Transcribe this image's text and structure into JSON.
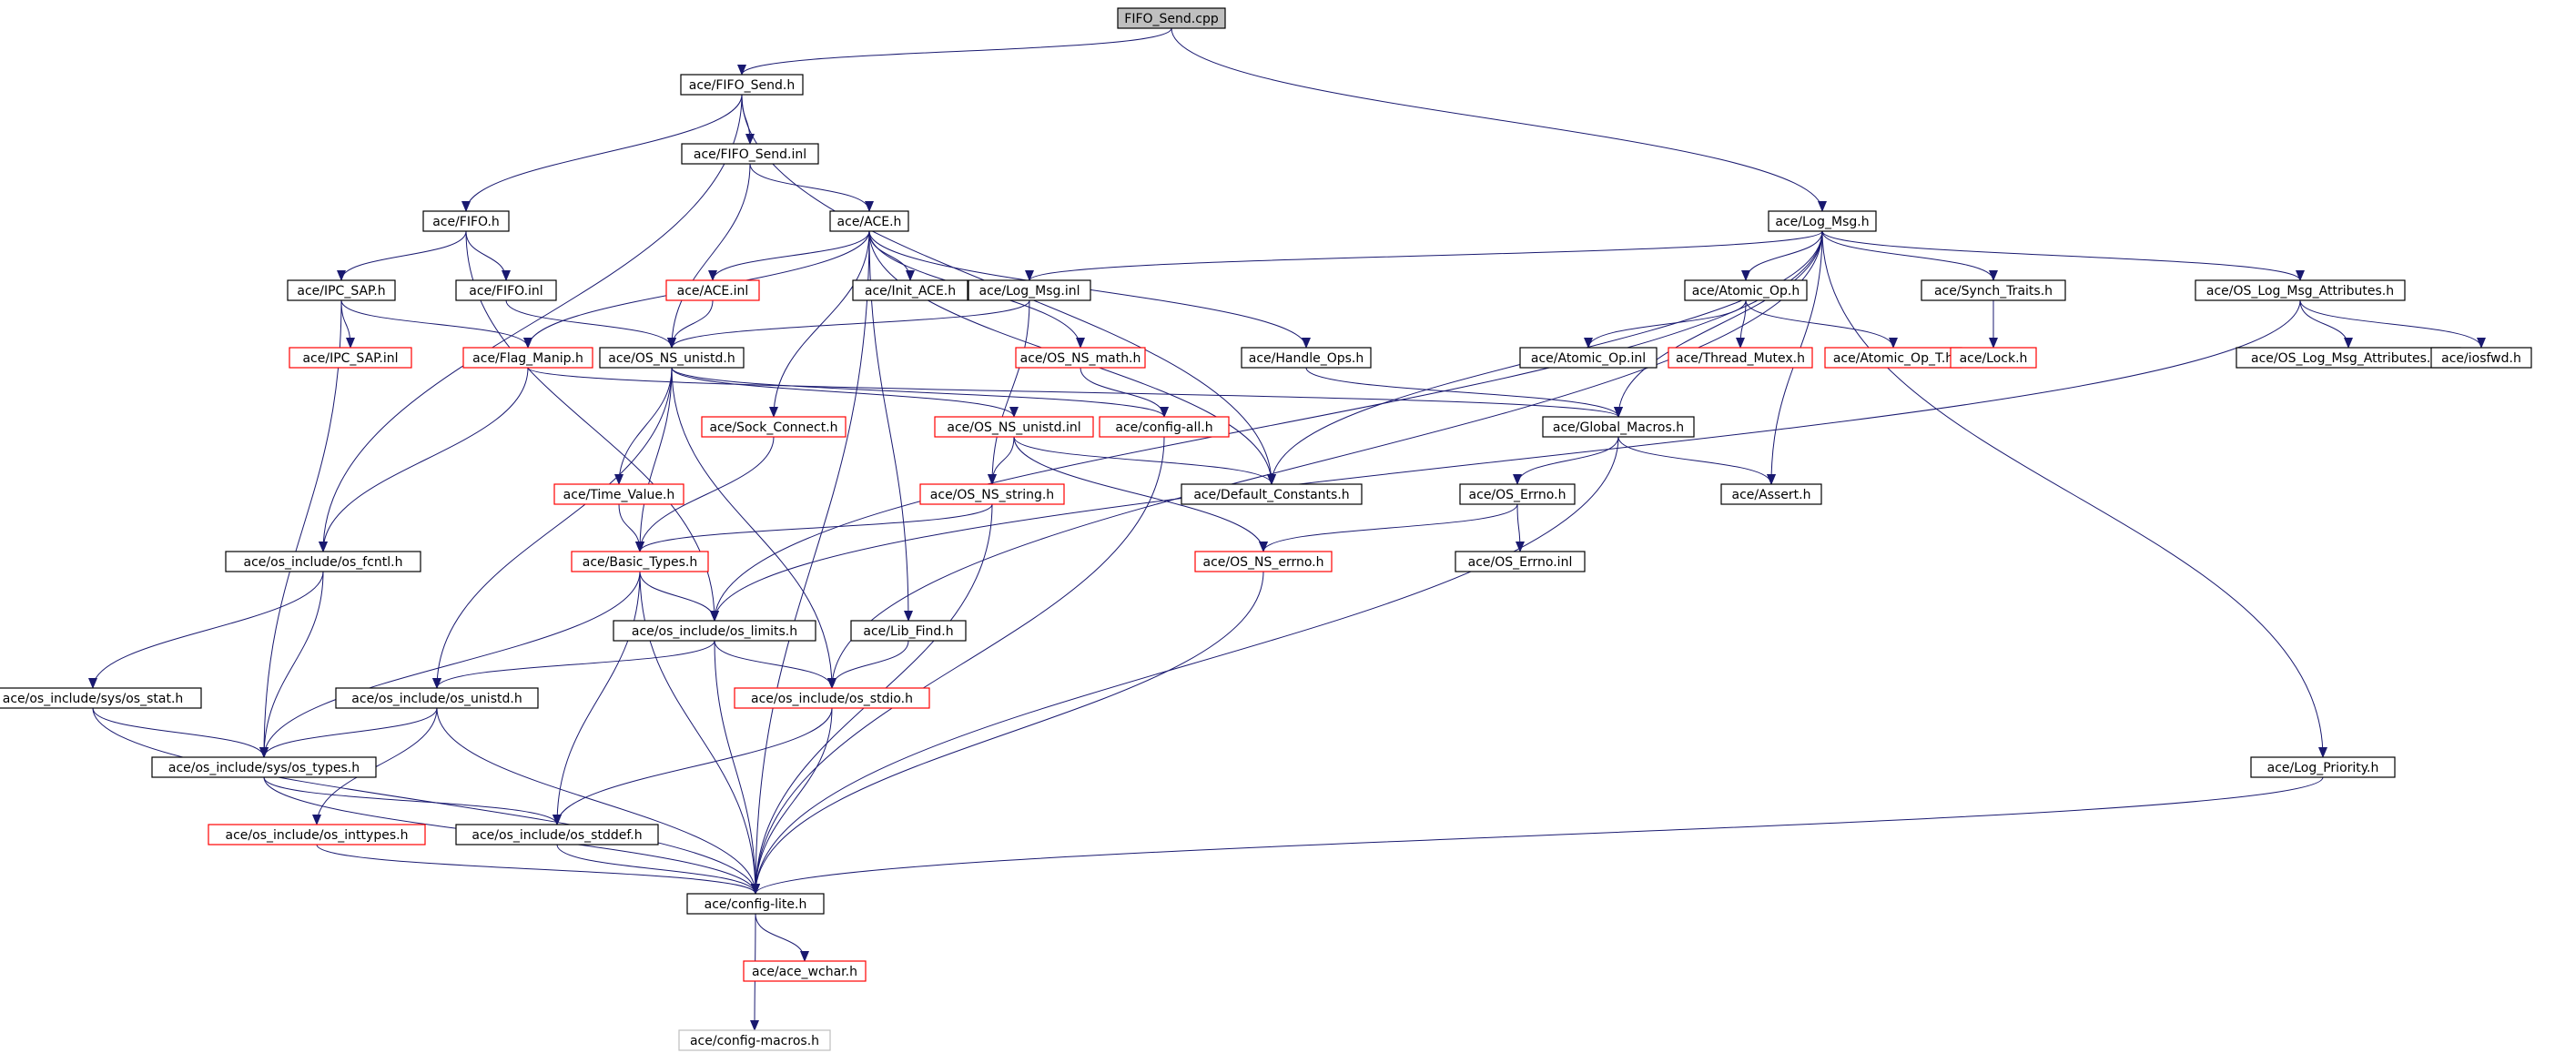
{
  "colors": {
    "edge": "#191970",
    "border_normal": "#000000",
    "border_missing": "#ff0000",
    "border_leaf": "#bfbfbf",
    "root_fill": "#bfbfbf",
    "node_fill": "#ffffff",
    "text": "#000000"
  },
  "nodes": [
    {
      "id": "fifo_send_cpp",
      "label": "FIFO_Send.cpp",
      "style": "root"
    },
    {
      "id": "fifo_send_h",
      "label": "ace/FIFO_Send.h",
      "style": "normal"
    },
    {
      "id": "fifo_send_inl",
      "label": "ace/FIFO_Send.inl",
      "style": "normal"
    },
    {
      "id": "fifo_h",
      "label": "ace/FIFO.h",
      "style": "normal"
    },
    {
      "id": "ace_h",
      "label": "ace/ACE.h",
      "style": "normal"
    },
    {
      "id": "log_msg_h",
      "label": "ace/Log_Msg.h",
      "style": "normal"
    },
    {
      "id": "ipc_sap_h",
      "label": "ace/IPC_SAP.h",
      "style": "normal"
    },
    {
      "id": "fifo_inl",
      "label": "ace/FIFO.inl",
      "style": "normal"
    },
    {
      "id": "ace_inl",
      "label": "ace/ACE.inl",
      "style": "missing"
    },
    {
      "id": "init_ace_h",
      "label": "ace/Init_ACE.h",
      "style": "normal"
    },
    {
      "id": "log_msg_inl",
      "label": "ace/Log_Msg.inl",
      "style": "normal"
    },
    {
      "id": "atomic_op_h",
      "label": "ace/Atomic_Op.h",
      "style": "normal"
    },
    {
      "id": "synch_traits_h",
      "label": "ace/Synch_Traits.h",
      "style": "normal"
    },
    {
      "id": "os_log_msg_attr_h",
      "label": "ace/OS_Log_Msg_Attributes.h",
      "style": "normal"
    },
    {
      "id": "ipc_sap_inl",
      "label": "ace/IPC_SAP.inl",
      "style": "missing"
    },
    {
      "id": "flag_manip_h",
      "label": "ace/Flag_Manip.h",
      "style": "missing"
    },
    {
      "id": "os_ns_unistd_h",
      "label": "ace/OS_NS_unistd.h",
      "style": "normal"
    },
    {
      "id": "os_ns_math_h",
      "label": "ace/OS_NS_math.h",
      "style": "missing"
    },
    {
      "id": "handle_ops_h",
      "label": "ace/Handle_Ops.h",
      "style": "normal"
    },
    {
      "id": "atomic_op_inl",
      "label": "ace/Atomic_Op.inl",
      "style": "normal"
    },
    {
      "id": "thread_mutex_h",
      "label": "ace/Thread_Mutex.h",
      "style": "missing"
    },
    {
      "id": "atomic_op_t_h",
      "label": "ace/Atomic_Op_T.h",
      "style": "missing"
    },
    {
      "id": "lock_h",
      "label": "ace/Lock.h",
      "style": "missing"
    },
    {
      "id": "os_log_msg_attr_inl",
      "label": "ace/OS_Log_Msg_Attributes.inl",
      "style": "normal"
    },
    {
      "id": "iosfwd_h",
      "label": "ace/iosfwd.h",
      "style": "normal"
    },
    {
      "id": "sock_connect_h",
      "label": "ace/Sock_Connect.h",
      "style": "missing"
    },
    {
      "id": "os_ns_unistd_inl",
      "label": "ace/OS_NS_unistd.inl",
      "style": "missing"
    },
    {
      "id": "config_all_h",
      "label": "ace/config-all.h",
      "style": "missing"
    },
    {
      "id": "global_macros_h",
      "label": "ace/Global_Macros.h",
      "style": "normal"
    },
    {
      "id": "time_value_h",
      "label": "ace/Time_Value.h",
      "style": "missing"
    },
    {
      "id": "os_ns_string_h",
      "label": "ace/OS_NS_string.h",
      "style": "missing"
    },
    {
      "id": "default_constants_h",
      "label": "ace/Default_Constants.h",
      "style": "normal"
    },
    {
      "id": "os_errno_h",
      "label": "ace/OS_Errno.h",
      "style": "normal"
    },
    {
      "id": "assert_h",
      "label": "ace/Assert.h",
      "style": "normal"
    },
    {
      "id": "os_fcntl_h",
      "label": "ace/os_include/os_fcntl.h",
      "style": "normal"
    },
    {
      "id": "basic_types_h",
      "label": "ace/Basic_Types.h",
      "style": "missing"
    },
    {
      "id": "os_ns_errno_h",
      "label": "ace/OS_NS_errno.h",
      "style": "missing"
    },
    {
      "id": "os_errno_inl",
      "label": "ace/OS_Errno.inl",
      "style": "normal"
    },
    {
      "id": "os_limits_h",
      "label": "ace/os_include/os_limits.h",
      "style": "normal"
    },
    {
      "id": "lib_find_h",
      "label": "ace/Lib_Find.h",
      "style": "normal"
    },
    {
      "id": "sys_os_stat_h",
      "label": "ace/os_include/sys/os_stat.h",
      "style": "normal"
    },
    {
      "id": "os_unistd_h",
      "label": "ace/os_include/os_unistd.h",
      "style": "normal"
    },
    {
      "id": "os_stdio_h",
      "label": "ace/os_include/os_stdio.h",
      "style": "missing"
    },
    {
      "id": "sys_os_types_h",
      "label": "ace/os_include/sys/os_types.h",
      "style": "normal"
    },
    {
      "id": "log_priority_h",
      "label": "ace/Log_Priority.h",
      "style": "normal"
    },
    {
      "id": "os_inttypes_h",
      "label": "ace/os_include/os_inttypes.h",
      "style": "missing"
    },
    {
      "id": "os_stddef_h",
      "label": "ace/os_include/os_stddef.h",
      "style": "normal"
    },
    {
      "id": "config_lite_h",
      "label": "ace/config-lite.h",
      "style": "normal"
    },
    {
      "id": "ace_wchar_h",
      "label": "ace/ace_wchar.h",
      "style": "missing"
    },
    {
      "id": "config_macros_h",
      "label": "ace/config-macros.h",
      "style": "leaf"
    }
  ],
  "edges": [
    [
      "fifo_send_cpp",
      "fifo_send_h"
    ],
    [
      "fifo_send_cpp",
      "log_msg_h"
    ],
    [
      "fifo_send_h",
      "fifo_h"
    ],
    [
      "fifo_send_h",
      "fifo_send_inl"
    ],
    [
      "fifo_send_h",
      "os_fcntl_h"
    ],
    [
      "fifo_send_h",
      "default_constants_h"
    ],
    [
      "fifo_send_inl",
      "ace_h"
    ],
    [
      "fifo_send_inl",
      "os_ns_unistd_h"
    ],
    [
      "fifo_h",
      "ipc_sap_h"
    ],
    [
      "fifo_h",
      "fifo_inl"
    ],
    [
      "fifo_h",
      "os_limits_h"
    ],
    [
      "ipc_sap_h",
      "ipc_sap_inl"
    ],
    [
      "ipc_sap_h",
      "flag_manip_h"
    ],
    [
      "ipc_sap_h",
      "sys_os_types_h"
    ],
    [
      "fifo_inl",
      "os_ns_unistd_h"
    ],
    [
      "ace_h",
      "ace_inl"
    ],
    [
      "ace_h",
      "init_ace_h"
    ],
    [
      "ace_h",
      "flag_manip_h"
    ],
    [
      "ace_h",
      "sock_connect_h"
    ],
    [
      "ace_h",
      "os_ns_math_h"
    ],
    [
      "ace_h",
      "handle_ops_h"
    ],
    [
      "ace_h",
      "lib_find_h"
    ],
    [
      "ace_h",
      "default_constants_h"
    ],
    [
      "ace_h",
      "config_lite_h"
    ],
    [
      "ace_inl",
      "os_ns_unistd_h"
    ],
    [
      "flag_manip_h",
      "global_macros_h"
    ],
    [
      "flag_manip_h",
      "os_fcntl_h"
    ],
    [
      "log_msg_h",
      "log_msg_inl"
    ],
    [
      "log_msg_h",
      "atomic_op_h"
    ],
    [
      "log_msg_h",
      "synch_traits_h"
    ],
    [
      "log_msg_h",
      "os_log_msg_attr_h"
    ],
    [
      "log_msg_h",
      "default_constants_h"
    ],
    [
      "log_msg_h",
      "global_macros_h"
    ],
    [
      "log_msg_h",
      "assert_h"
    ],
    [
      "log_msg_h",
      "os_limits_h"
    ],
    [
      "log_msg_h",
      "os_stdio_h"
    ],
    [
      "log_msg_h",
      "log_priority_h"
    ],
    [
      "log_msg_inl",
      "os_ns_unistd_h"
    ],
    [
      "log_msg_inl",
      "os_ns_string_h"
    ],
    [
      "atomic_op_h",
      "atomic_op_inl"
    ],
    [
      "atomic_op_h",
      "thread_mutex_h"
    ],
    [
      "atomic_op_h",
      "atomic_op_t_h"
    ],
    [
      "synch_traits_h",
      "lock_h"
    ],
    [
      "os_log_msg_attr_h",
      "os_log_msg_attr_inl"
    ],
    [
      "os_log_msg_attr_h",
      "iosfwd_h"
    ],
    [
      "os_log_msg_attr_h",
      "os_limits_h"
    ],
    [
      "os_ns_unistd_h",
      "os_ns_unistd_inl"
    ],
    [
      "os_ns_unistd_h",
      "config_all_h"
    ],
    [
      "os_ns_unistd_h",
      "time_value_h"
    ],
    [
      "os_ns_unistd_h",
      "basic_types_h"
    ],
    [
      "os_ns_unistd_h",
      "os_unistd_h"
    ],
    [
      "os_ns_unistd_h",
      "os_stdio_h"
    ],
    [
      "os_ns_math_h",
      "config_all_h"
    ],
    [
      "handle_ops_h",
      "global_macros_h"
    ],
    [
      "os_ns_unistd_inl",
      "os_ns_string_h"
    ],
    [
      "os_ns_unistd_inl",
      "default_constants_h"
    ],
    [
      "os_ns_unistd_inl",
      "os_ns_errno_h"
    ],
    [
      "config_all_h",
      "config_lite_h"
    ],
    [
      "sock_connect_h",
      "basic_types_h"
    ],
    [
      "time_value_h",
      "basic_types_h"
    ],
    [
      "os_ns_string_h",
      "basic_types_h"
    ],
    [
      "os_ns_string_h",
      "config_lite_h"
    ],
    [
      "global_macros_h",
      "os_errno_h"
    ],
    [
      "global_macros_h",
      "assert_h"
    ],
    [
      "global_macros_h",
      "config_lite_h"
    ],
    [
      "os_errno_h",
      "os_ns_errno_h"
    ],
    [
      "os_errno_h",
      "os_errno_inl"
    ],
    [
      "os_ns_errno_h",
      "config_lite_h"
    ],
    [
      "basic_types_h",
      "os_limits_h"
    ],
    [
      "basic_types_h",
      "sys_os_types_h"
    ],
    [
      "basic_types_h",
      "os_stddef_h"
    ],
    [
      "basic_types_h",
      "config_lite_h"
    ],
    [
      "os_fcntl_h",
      "sys_os_stat_h"
    ],
    [
      "os_fcntl_h",
      "sys_os_types_h"
    ],
    [
      "os_limits_h",
      "os_unistd_h"
    ],
    [
      "os_limits_h",
      "os_stdio_h"
    ],
    [
      "os_limits_h",
      "config_lite_h"
    ],
    [
      "lib_find_h",
      "os_stdio_h"
    ],
    [
      "sys_os_stat_h",
      "sys_os_types_h"
    ],
    [
      "sys_os_stat_h",
      "config_lite_h"
    ],
    [
      "os_unistd_h",
      "sys_os_types_h"
    ],
    [
      "os_unistd_h",
      "os_inttypes_h"
    ],
    [
      "os_unistd_h",
      "config_lite_h"
    ],
    [
      "os_stdio_h",
      "os_stddef_h"
    ],
    [
      "os_stdio_h",
      "config_lite_h"
    ],
    [
      "sys_os_types_h",
      "os_stddef_h"
    ],
    [
      "sys_os_types_h",
      "config_lite_h"
    ],
    [
      "os_inttypes_h",
      "config_lite_h"
    ],
    [
      "os_stddef_h",
      "config_lite_h"
    ],
    [
      "log_priority_h",
      "config_lite_h"
    ],
    [
      "config_lite_h",
      "ace_wchar_h"
    ],
    [
      "config_lite_h",
      "config_macros_h"
    ]
  ]
}
